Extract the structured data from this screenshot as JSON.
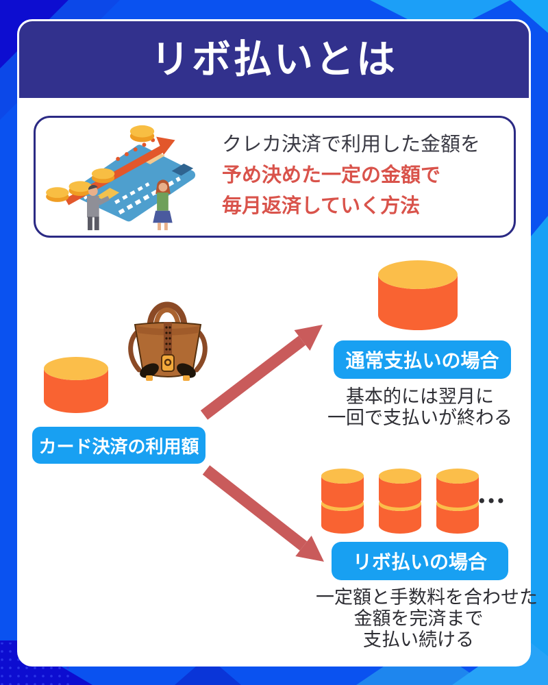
{
  "header": {
    "title": "リボ払いとは"
  },
  "definition": {
    "line1": "クレカ決済で利用した金額を",
    "line2": "予め決めた一定の金額で",
    "line3": "毎月返済していく方法"
  },
  "diagram": {
    "source_label": "カード決済の利用額",
    "normal_payment": {
      "label": "通常支払いの場合",
      "caption": [
        "基本的には翌月に",
        "一回で支払いが終わる"
      ]
    },
    "revolving_payment": {
      "label": "リボ払いの場合",
      "caption": [
        "一定額と手数料を合わせた",
        "金額を完済まで",
        "支払い続ける"
      ],
      "more_indicator": "•••"
    }
  },
  "icons": {
    "credit_card": "credit-card-illustration",
    "handbag": "handbag-icon",
    "small_cylinder": "coin-cylinder-small-icon",
    "big_cylinder": "coin-cylinder-big-icon",
    "barrel": "coin-barrel-icon",
    "arrow_up": "arrow-up-right-icon",
    "arrow_down": "arrow-down-right-icon"
  },
  "colors": {
    "background_blue": "#0A52F0",
    "background_navy": "#0D0DD0",
    "background_cyan": "#1C9FF7",
    "header_navy": "#32318D",
    "box_border_navy": "#2B2A84",
    "label_blue": "#18A0F2",
    "highlight_red": "#D9534B",
    "body_text": "#3A3A44",
    "cylinder_orange": "#F96332",
    "cylinder_yellow": "#FBBE4A",
    "arrow_salmon": "#C95B5B"
  }
}
